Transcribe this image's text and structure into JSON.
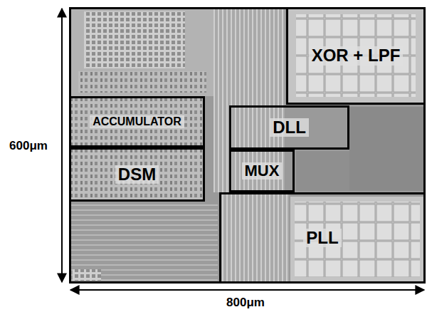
{
  "diagram": {
    "nodes": [
      {
        "text": [
          "XOR + LPF"
        ]
      },
      {
        "text": [
          "ACCUMULATOR"
        ]
      },
      {
        "text": [
          "DLL"
        ]
      },
      {
        "text": [
          "DSM"
        ]
      },
      {
        "text": [
          "MUX"
        ]
      },
      {
        "text": [
          "PLL"
        ]
      }
    ],
    "labels": [
      "600μm",
      "800μm"
    ]
  }
}
